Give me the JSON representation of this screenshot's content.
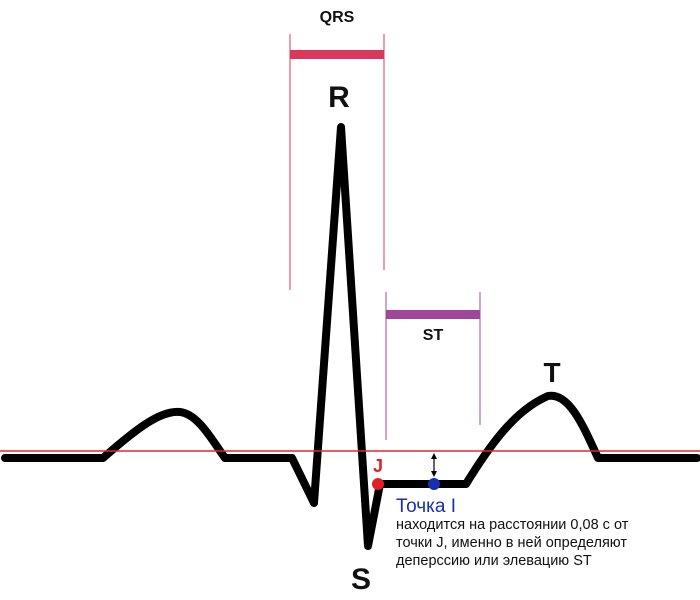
{
  "labels": {
    "qrs": "QRS",
    "r": "R",
    "s": "S",
    "t": "T",
    "st": "ST",
    "j": "J",
    "point_i": "Точка I"
  },
  "description": [
    "находится на расстоянии 0,08 с от",
    "точки J, именно в ней определяют",
    "деперссию или элевацию ST"
  ],
  "colors": {
    "wave": "#000000",
    "baseline": "#e8262b",
    "qrs": "#d9385a",
    "st": "#a0479b",
    "point_j": "#e21f26",
    "point_i": "#1a2fb0",
    "text": "#111111"
  }
}
